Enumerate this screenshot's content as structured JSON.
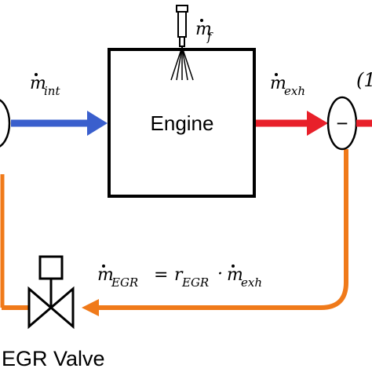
{
  "engine_label": "Engine",
  "valve_label": "EGR Valve",
  "fuel_flow": {
    "symbol": "m",
    "subscript": "f"
  },
  "intake_flow": {
    "symbol": "m",
    "subscript": "int"
  },
  "exhaust_flow": {
    "symbol": "m",
    "subscript": "exh"
  },
  "egr_equation": {
    "lhs_symbol": "m",
    "lhs_sub": "EGR",
    "equals": "=",
    "ratio_symbol": "r",
    "ratio_sub": "EGR",
    "dot_op": "·",
    "rhs_symbol": "m",
    "rhs_sub": "exh"
  },
  "split_junction_sign": "−",
  "partial_right_text": "(1",
  "colors": {
    "intake_flow": "#3a5fcd",
    "exhaust_flow": "#e8202a",
    "egr_flow": "#f07a1a",
    "outline": "#000000"
  }
}
